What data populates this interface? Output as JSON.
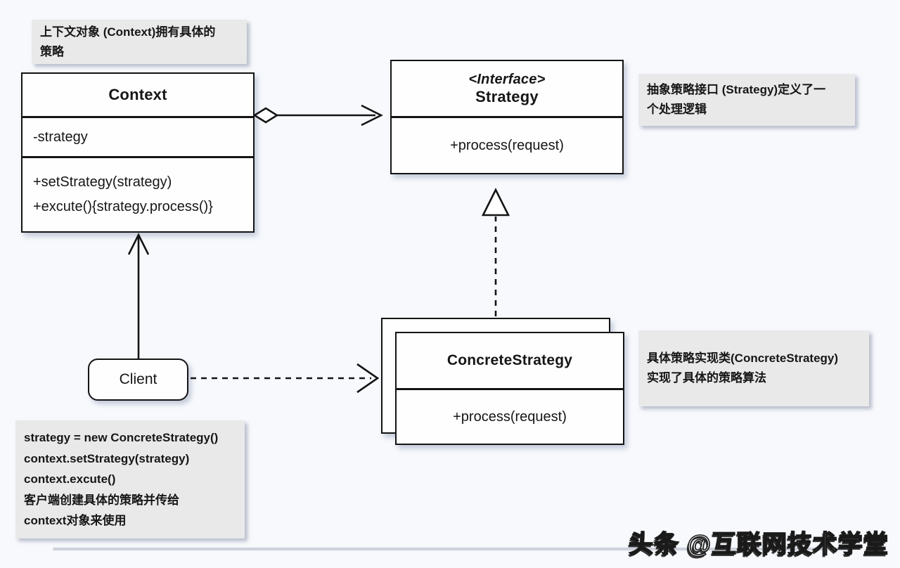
{
  "colors": {
    "background": "#f7f9fc",
    "box-bg": "#fefefe",
    "line": "#141414",
    "note-bg": "#e9e9ea",
    "watermark-fill": "#ffffff",
    "watermark-outline": "#1a1a1a"
  },
  "classes": {
    "context": {
      "title": "Context",
      "attributes": [
        "-strategy"
      ],
      "methods": [
        "+setStrategy(strategy)",
        "+excute(){strategy.process()}"
      ]
    },
    "strategy": {
      "stereotype": "<Interface>",
      "title": "Strategy",
      "methods": [
        "+process(request)"
      ]
    },
    "concrete": {
      "title": "ConcreteStrategy",
      "methods": [
        "+process(request)"
      ]
    },
    "client": {
      "title": "Client"
    }
  },
  "notes": {
    "context_lines": [
      "上下文对象 (Context)拥有具体的",
      "策略"
    ],
    "strategy_lines": [
      "抽象策略接口 (Strategy)定义了一",
      "个处理逻辑"
    ],
    "concrete_lines": [
      "具体策略实现类(ConcreteStrategy)",
      "实现了具体的策略算法"
    ],
    "client_lines": [
      "strategy = new ConcreteStrategy()",
      "context.setStrategy(strategy)",
      "context.excute()",
      "客户端创建具体的策略并传给",
      "context对象来使用"
    ]
  },
  "watermark": "头条 @互联网技术学堂",
  "connectors": {
    "aggregation": "Context owns Strategy (aggregation, open diamond)",
    "realization": "ConcreteStrategy implements Strategy (dashed, hollow triangle)",
    "client_to_context": "Client uses Context (solid open arrow)",
    "client_to_concrete": "Client creates ConcreteStrategy (dashed open arrow)"
  }
}
